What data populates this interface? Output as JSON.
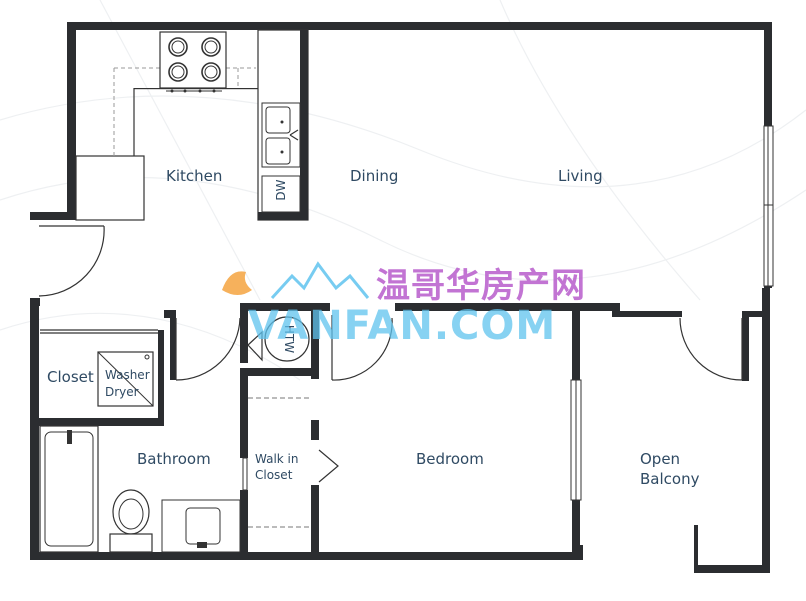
{
  "rooms": {
    "kitchen": "Kitchen",
    "dining": "Dining",
    "living": "Living",
    "closet": "Closet",
    "washer_dryer_line1": "Washer",
    "washer_dryer_line2": "Dryer",
    "bathroom": "Bathroom",
    "walk_in_line1": "Walk in",
    "walk_in_line2": "Closet",
    "bedroom": "Bedroom",
    "balcony_line1": "Open",
    "balcony_line2": "Balcony",
    "dishwasher": "DW",
    "hot_water": "HTW"
  },
  "watermark": {
    "chinese": "温哥华房产网",
    "english": "VANFAN.COM"
  },
  "colors": {
    "wall": "#2b2d30",
    "label": "#2f4a63",
    "watermark_purple": "#b85ccc",
    "watermark_blue": "#5fc3ee",
    "logo_orange": "#f4a340"
  }
}
